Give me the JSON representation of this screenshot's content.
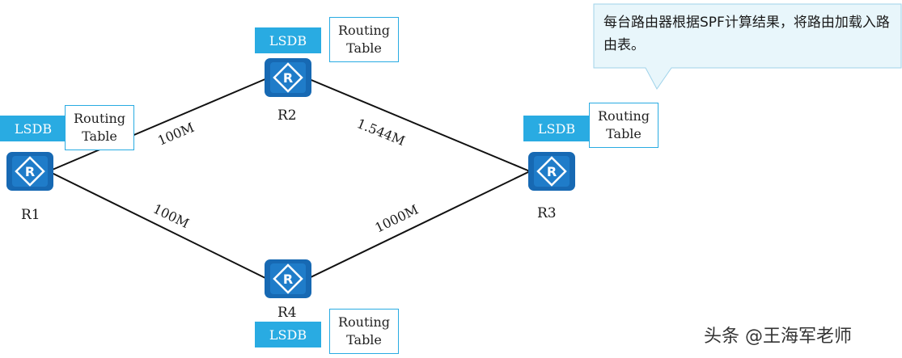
{
  "routers": [
    {
      "id": "r1",
      "label": "R1"
    },
    {
      "id": "r2",
      "label": "R2"
    },
    {
      "id": "r3",
      "label": "R3"
    },
    {
      "id": "r4",
      "label": "R4"
    }
  ],
  "links": [
    {
      "from": "R1",
      "to": "R2",
      "bandwidth": "100M"
    },
    {
      "from": "R2",
      "to": "R3",
      "bandwidth": "1.544M"
    },
    {
      "from": "R1",
      "to": "R4",
      "bandwidth": "100M"
    },
    {
      "from": "R4",
      "to": "R3",
      "bandwidth": "1000M"
    }
  ],
  "boxes": {
    "lsdb_label": "LSDB",
    "routing_table_line1": "Routing",
    "routing_table_line2": "Table"
  },
  "callout": {
    "text": "每台路由器根据SPF计算结果，将路由加载入路由表。"
  },
  "watermark": "头条 @王海军老师",
  "colors": {
    "router_fill": "#1769b3",
    "lsdb_fill": "#29abe2",
    "table_border": "#29abe2",
    "callout_fill": "#e8f6fb",
    "callout_border": "#9fd3ea"
  }
}
